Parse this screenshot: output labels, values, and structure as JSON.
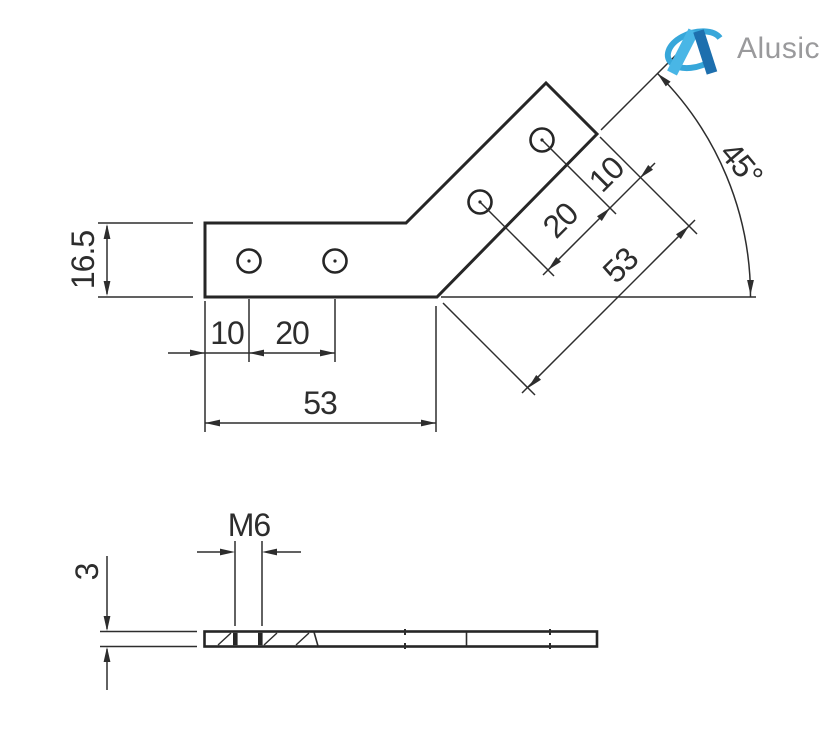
{
  "brand": {
    "name": "Alusic"
  },
  "plan_view": {
    "height_label": "16.5",
    "bottom_offset_label": "10",
    "bottom_spacing_label": "20",
    "bottom_length_label": "53",
    "angled_offset_label": "10",
    "angled_spacing_label": "20",
    "angled_length_label": "53",
    "angle_label": "45°"
  },
  "side_view": {
    "thread_label": "M6",
    "thickness_label": "3"
  },
  "colors": {
    "line": "#2d2d2d",
    "logo_light_blue": "#49b6e6",
    "logo_dark_blue": "#1d6fae",
    "logo_swoosh_blue": "#37a7da",
    "logo_text_gray": "#9a9a9c"
  }
}
